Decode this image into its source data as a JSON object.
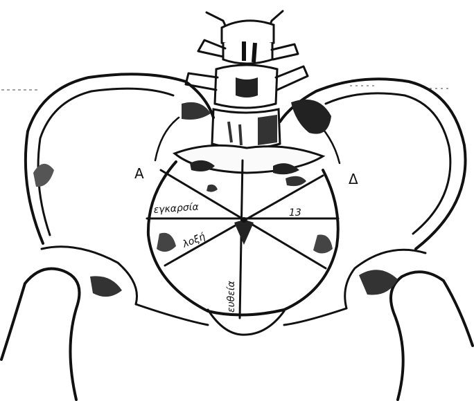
{
  "diagram": {
    "point_labels": {
      "left": "A",
      "right": "Δ"
    },
    "diameter_labels": {
      "transverse": "εγκαρσία",
      "oblique": "λοξή",
      "straight": "ευθεία",
      "number": "13"
    }
  }
}
